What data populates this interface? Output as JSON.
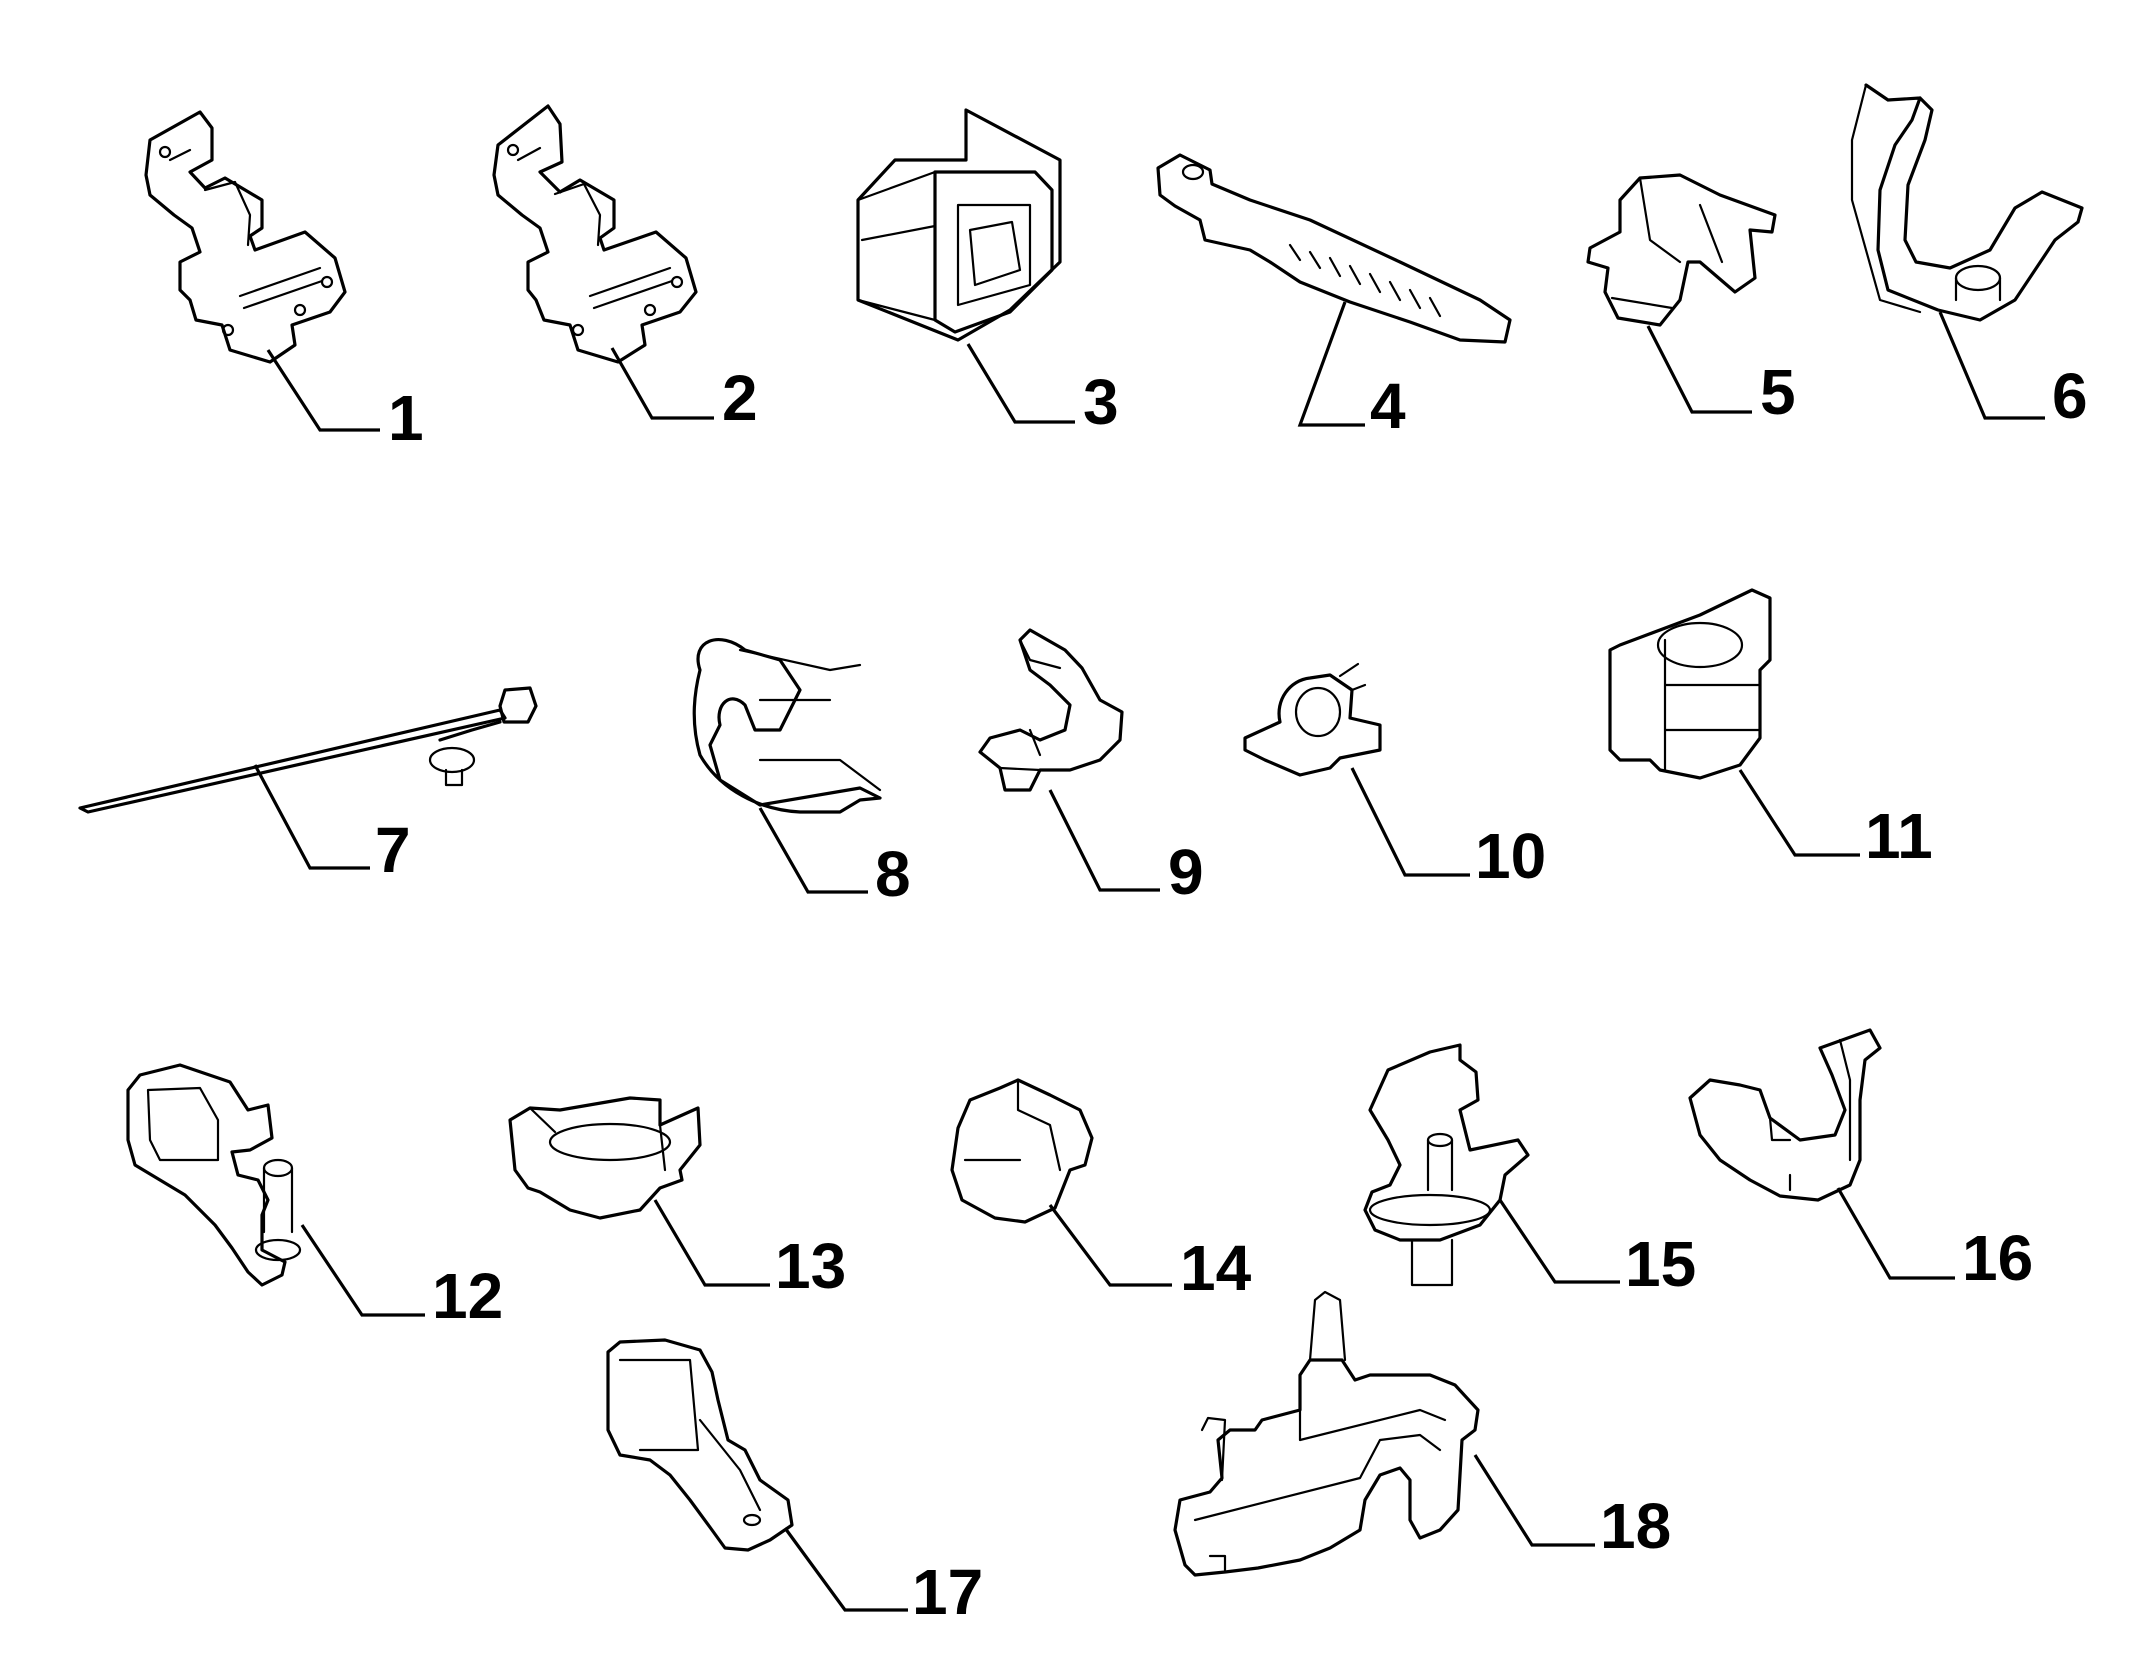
{
  "diagram": {
    "title": "",
    "callouts": [
      {
        "id": 1,
        "label": "1"
      },
      {
        "id": 2,
        "label": "2"
      },
      {
        "id": 3,
        "label": "3"
      },
      {
        "id": 4,
        "label": "4"
      },
      {
        "id": 5,
        "label": "5"
      },
      {
        "id": 6,
        "label": "6"
      },
      {
        "id": 7,
        "label": "7"
      },
      {
        "id": 8,
        "label": "8"
      },
      {
        "id": 9,
        "label": "9"
      },
      {
        "id": 10,
        "label": "10"
      },
      {
        "id": 11,
        "label": "11"
      },
      {
        "id": 12,
        "label": "12"
      },
      {
        "id": 13,
        "label": "13"
      },
      {
        "id": 14,
        "label": "14"
      },
      {
        "id": 15,
        "label": "15"
      },
      {
        "id": 16,
        "label": "16"
      },
      {
        "id": 17,
        "label": "17"
      },
      {
        "id": 18,
        "label": "18"
      }
    ]
  }
}
